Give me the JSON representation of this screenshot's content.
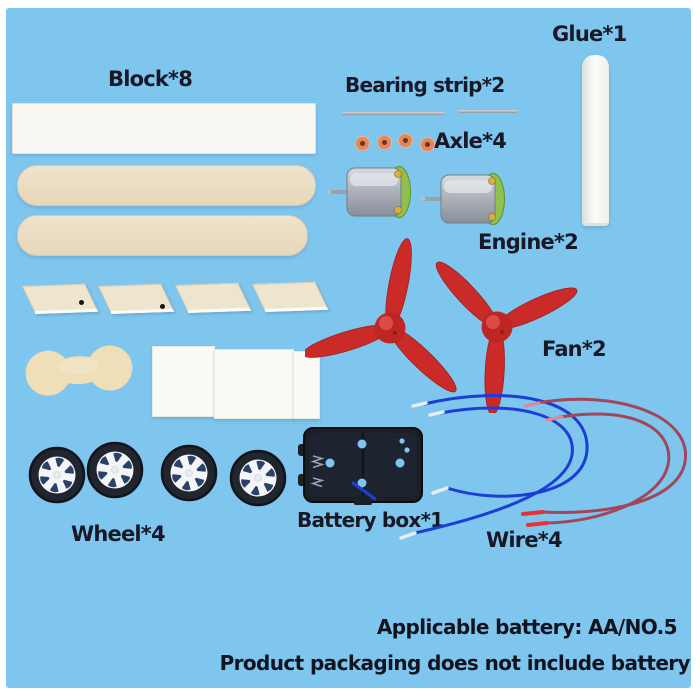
{
  "labels": {
    "block": "Block*8",
    "bearing_strip": "Bearing strip*2",
    "axle": "Axle*4",
    "glue": "Glue*1",
    "engine": "Engine*2",
    "fan": "Fan*2",
    "wheel": "Wheel*4",
    "battery_box": "Battery box*1",
    "wire": "Wire*4"
  },
  "footer": {
    "line1": "Applicable battery: AA/NO.5",
    "line2": "Product packaging does not include battery"
  },
  "colors": {
    "background_blue": "#7EC6EE",
    "border_white": "#FFFFFF",
    "label_text": "#181826",
    "fan_red": "#CB2B28",
    "wire_blue": "#1C3ED6",
    "wire_maroon": "#A4465A",
    "wood_tan": "#EDDFC6",
    "engine_cap_green": "#8FC14C",
    "axle_orange": "#E2875C",
    "wheel_tire_black": "#20252E",
    "battery_box_black": "#1A1F28",
    "glue_white": "#FBFBF9"
  }
}
